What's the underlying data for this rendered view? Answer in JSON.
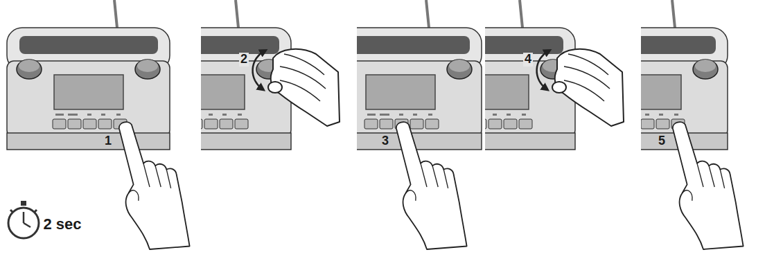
{
  "diagram": {
    "labels": [
      "1",
      "2",
      "3",
      "4",
      "5",
      "2 sec"
    ]
  }
}
